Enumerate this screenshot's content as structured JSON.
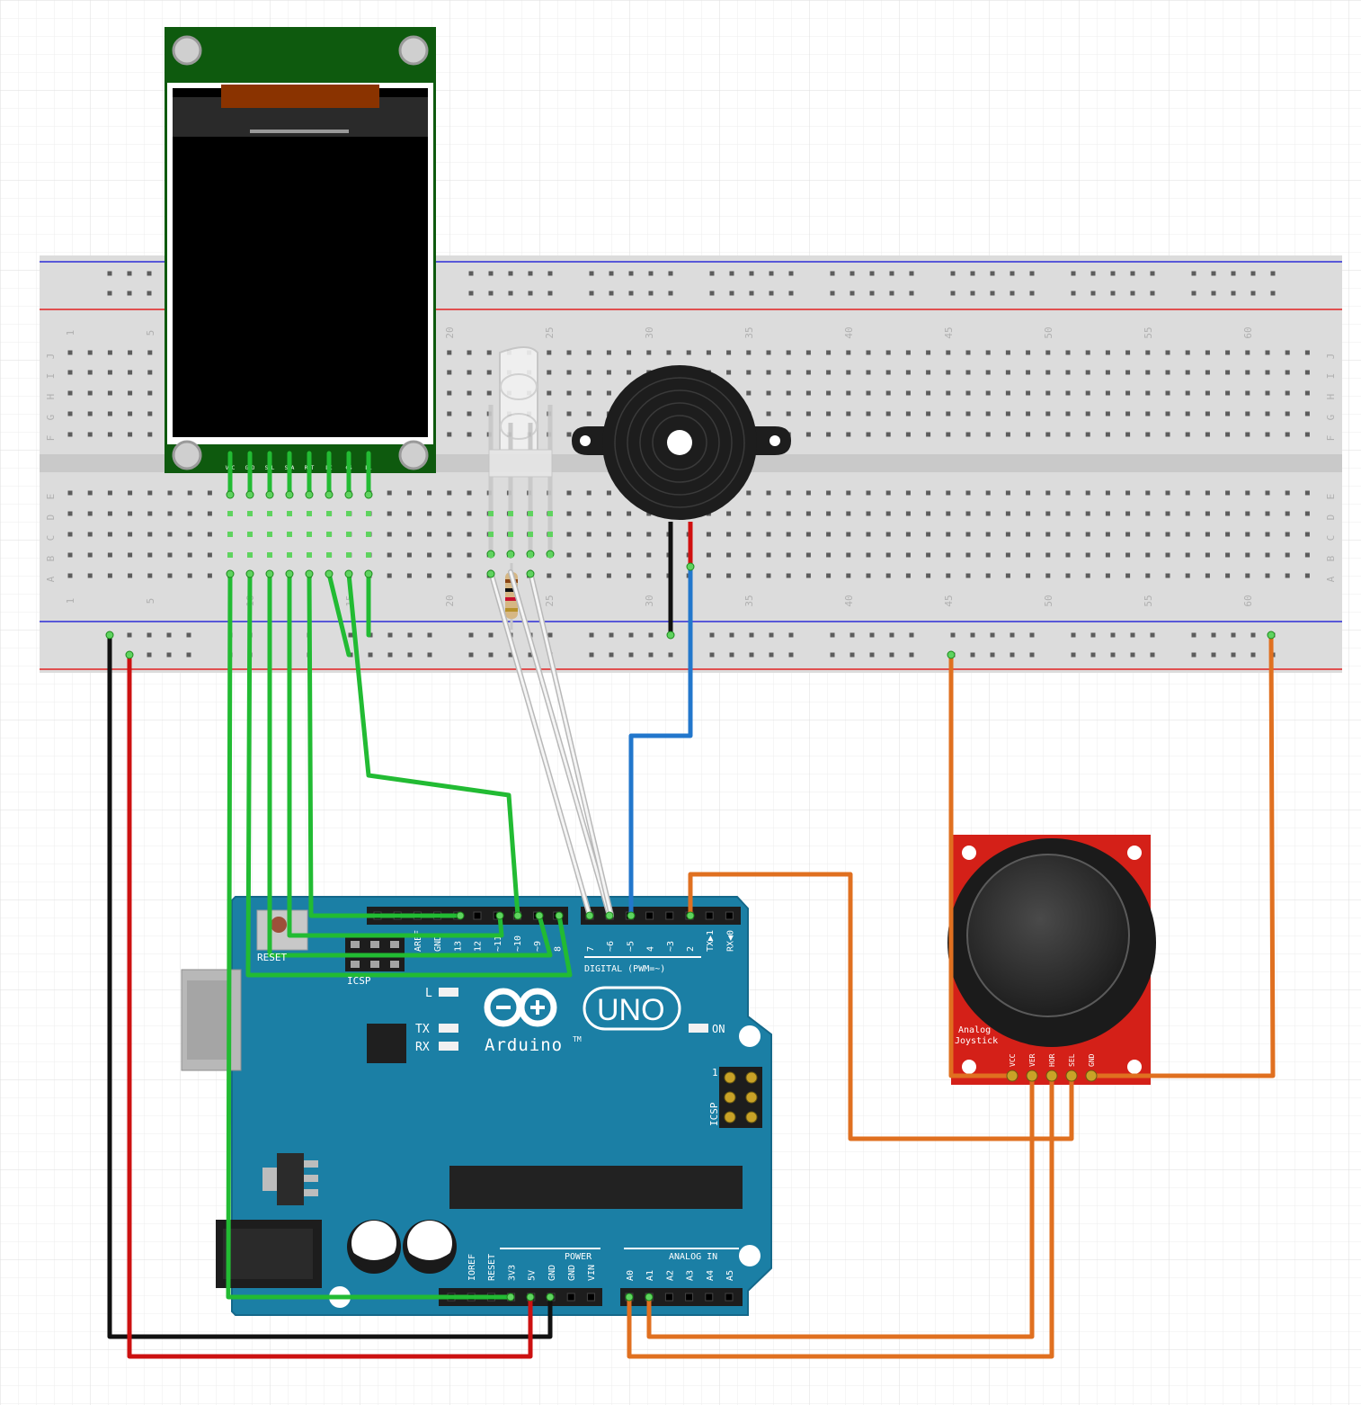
{
  "breadboard": {
    "row_letters_top": [
      "J",
      "I",
      "H",
      "G",
      "F"
    ],
    "row_letters_bottom": [
      "E",
      "D",
      "C",
      "B",
      "A"
    ],
    "column_numbers": [
      "1",
      "5",
      "10",
      "15",
      "20",
      "25",
      "30",
      "35",
      "40",
      "45",
      "50",
      "55",
      "60"
    ]
  },
  "lcd": {
    "pin_labels": [
      "VCC",
      "GND",
      "SCL",
      "SDA",
      "RST",
      "DC",
      "CS",
      "BL"
    ]
  },
  "arduino": {
    "logo_text": "Arduino",
    "model": "UNO",
    "tm": "TM",
    "reset_label": "RESET",
    "icsp_top_label": "ICSP",
    "icsp_right_label": "ICSP",
    "icsp_pin1": "1",
    "led_l": "L",
    "led_tx": "TX",
    "led_rx": "RX",
    "on_label": "ON",
    "digital_label": "DIGITAL (PWM=~)",
    "power_label": "POWER",
    "analog_label": "ANALOG IN",
    "aref_labels": [
      "AREF",
      "GND",
      "13",
      "12",
      "~11",
      "~10",
      "~9",
      "8"
    ],
    "digital_labels": [
      "7",
      "~6",
      "~5",
      "4",
      "~3",
      "2",
      "TX▶1",
      "RX◀0"
    ],
    "power_pins": [
      "IOREF",
      "RESET",
      "3V3",
      "5V",
      "GND",
      "GND",
      "VIN"
    ],
    "analog_pins": [
      "A0",
      "A1",
      "A2",
      "A3",
      "A4",
      "A5"
    ]
  },
  "joystick": {
    "title_line1": "Analog",
    "title_line2": "Joystick",
    "pins": [
      "VCC",
      "VER",
      "HOR",
      "SEL",
      "GND"
    ]
  },
  "colors": {
    "green_wire": "#22bb33",
    "red_wire": "#cc1111",
    "black_wire": "#111111",
    "orange_wire": "#e07020",
    "blue_wire": "#2277cc",
    "arduino_teal": "#1b7fa5",
    "joystick_red": "#d42018"
  }
}
